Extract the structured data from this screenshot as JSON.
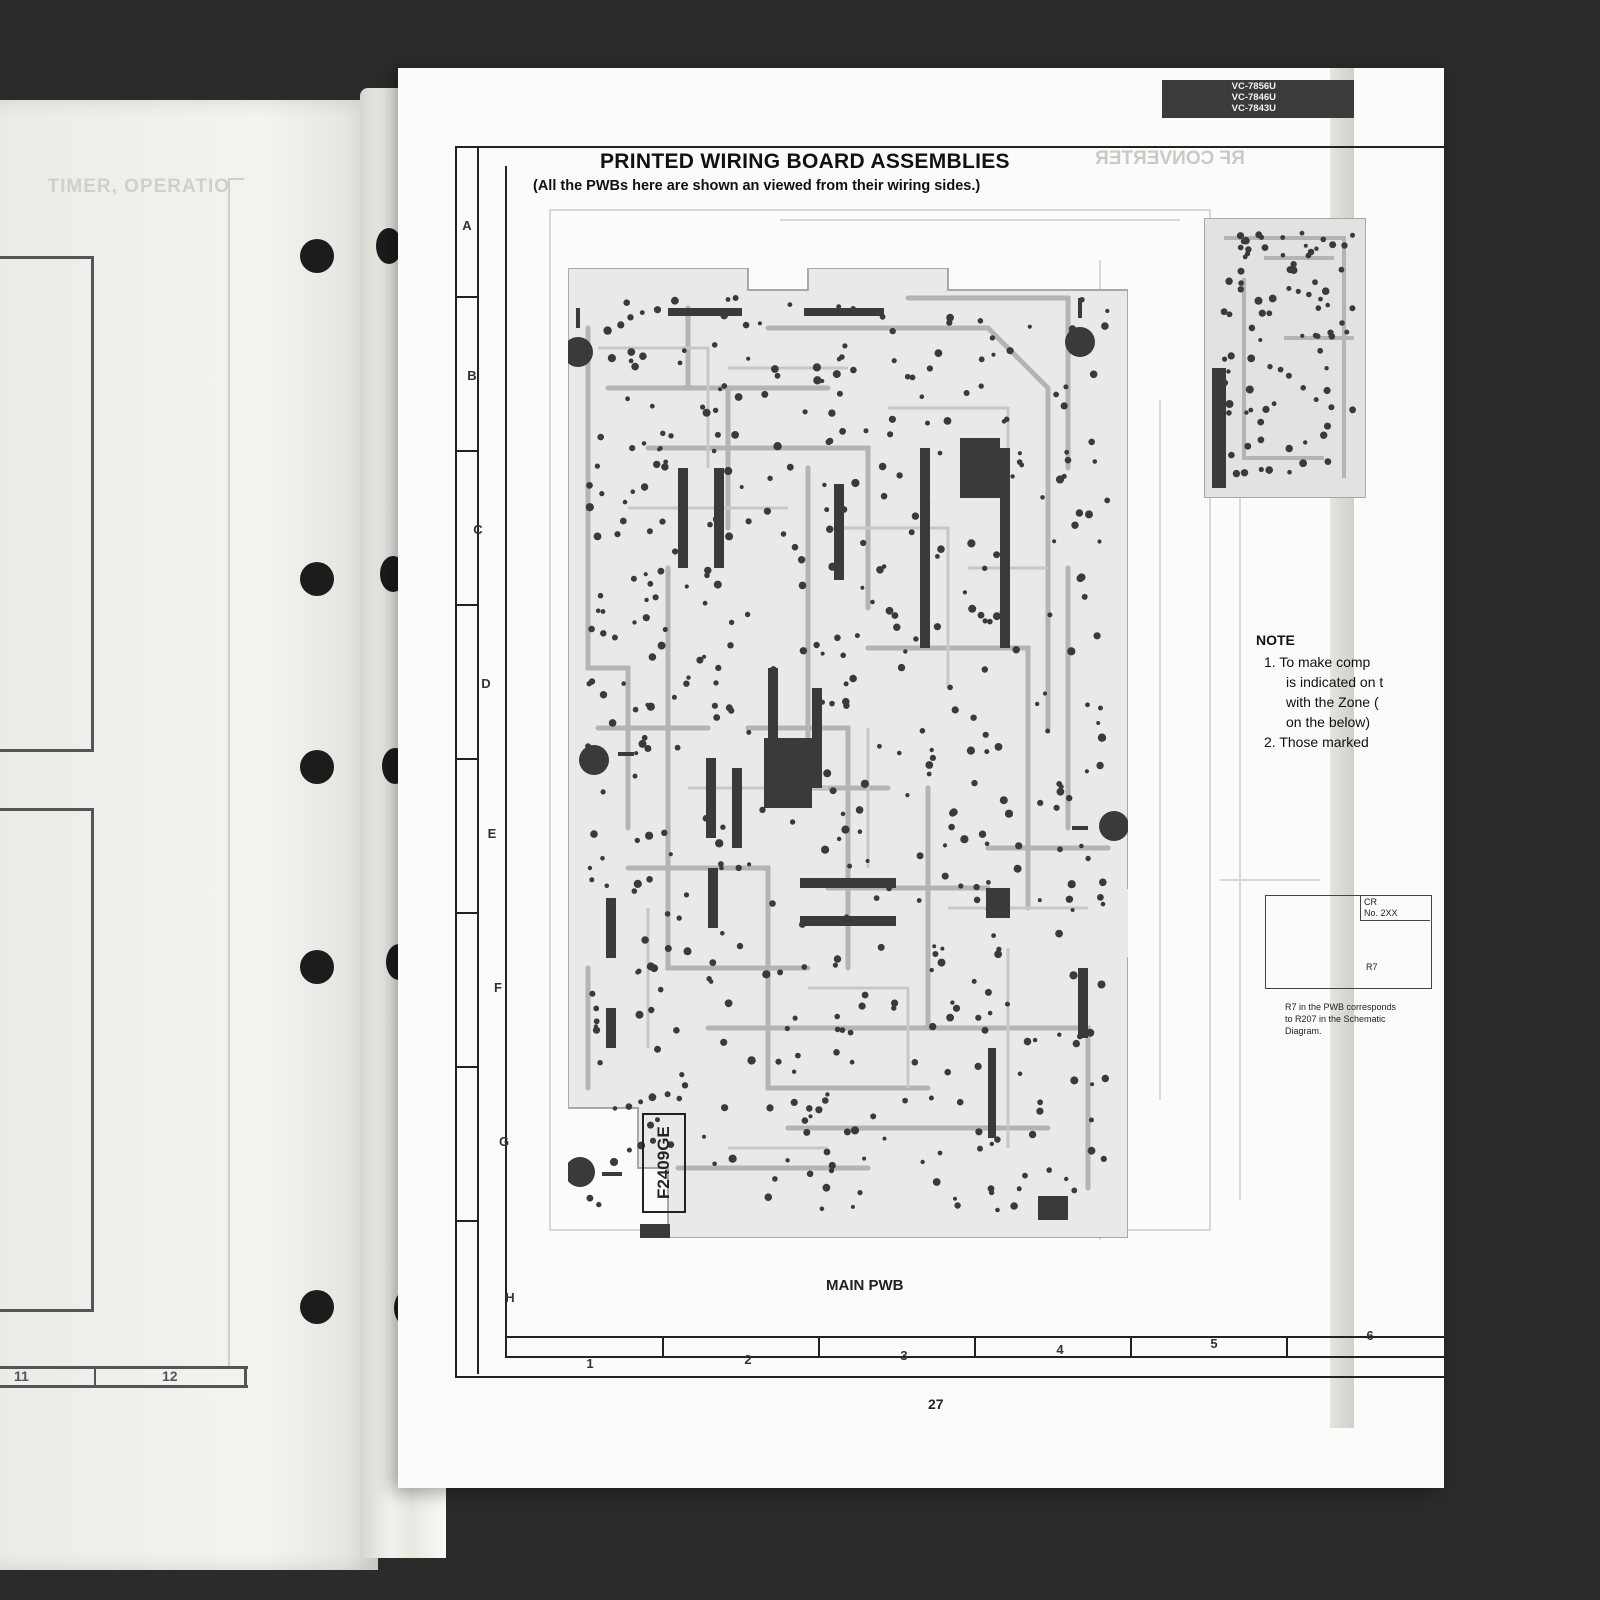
{
  "left_page": {
    "title_fragment": "TIMER, OPERATIO",
    "column_labels": [
      "11",
      "12"
    ]
  },
  "right_page": {
    "model_numbers": [
      "VC-7856U",
      "VC-7846U",
      "VC-7843U"
    ],
    "title": "PRINTED WIRING BOARD ASSEMBLIES",
    "subtitle": "(All the PWBs here are shown an viewed from their wiring sides.)",
    "ghost_heading": "RF CONVERTER",
    "zone_rows": [
      "A",
      "B",
      "C",
      "D",
      "E",
      "F",
      "G",
      "H"
    ],
    "zone_columns": [
      "1",
      "2",
      "3",
      "4",
      "5",
      "6"
    ],
    "board_label": "MAIN PWB",
    "board_code": "F2409GE",
    "note": {
      "title": "NOTE",
      "lines": [
        "1. To make comp",
        "is indicated on t",
        "with the Zone (",
        "on the below)",
        "2. Those marked"
      ]
    },
    "cross_reference": {
      "header_line1": "CR",
      "header_line2": "No. 2XX",
      "example_ref": "R7",
      "caption_lines": [
        "R7 in the PWB corresponds",
        "to R207 in the Schematic",
        "Diagram."
      ]
    },
    "page_number": "27"
  },
  "colors": {
    "background": "#2b2b2b",
    "paper": "#fbfbf9",
    "ink": "#222222",
    "pcb_trace": "#b9b9b7",
    "pcb_dark": "#3a3a3a"
  }
}
